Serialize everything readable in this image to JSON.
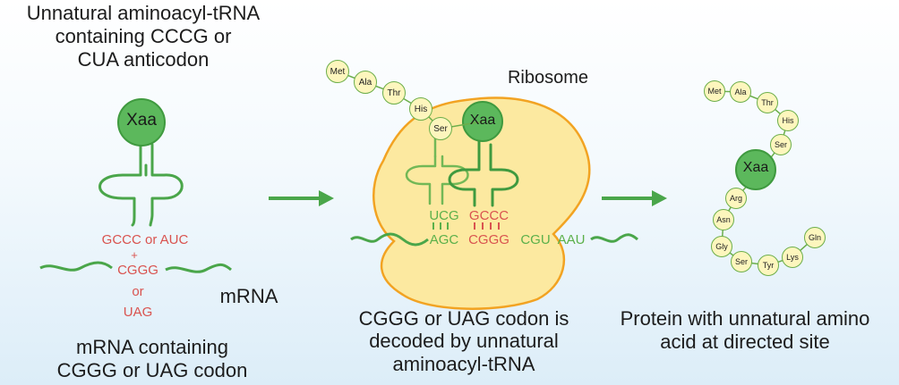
{
  "left_panel": {
    "title_lines": [
      "Unnatural aminoacyl-tRNA",
      "containing CCCG or",
      "CUA anticodon"
    ],
    "xaa": "Xaa",
    "anticodon_options": "GCCC or AUC",
    "plus": "+",
    "codon_lines": [
      "CGGG",
      "or",
      "UAG"
    ],
    "mrna_label": "mRNA",
    "caption_lines": [
      "mRNA containing",
      "CGGG or UAG  codon"
    ]
  },
  "middle_panel": {
    "ribosome_label": "Ribosome",
    "chain": [
      "Met",
      "Ala",
      "Thr",
      "His",
      "Ser"
    ],
    "xaa": "Xaa",
    "anticodon_left": "UCG",
    "anticodon_right": "GCCC",
    "codon_agc": "AGC",
    "codon_cggg": "CGGG",
    "codon_cgu": "CGU",
    "codon_aau": "AAU",
    "caption_lines": [
      "CGGG or UAG codon is",
      "decoded by unnatural",
      "aminoacyl-tRNA"
    ]
  },
  "right_panel": {
    "top_chain": [
      "Met",
      "Ala",
      "Thr",
      "His",
      "Ser"
    ],
    "xaa": "Xaa",
    "bottom_chain": [
      "Arg",
      "Asn",
      "Gly",
      "Ser",
      "Tyr",
      "Lys",
      "Gln"
    ],
    "caption_lines": [
      "Protein with unnatural amino",
      "acid at directed site"
    ]
  },
  "colors": {
    "green_dark": "#3f9a3f",
    "green_fill": "#5cb85c",
    "bead_fill": "#fdf6bd",
    "bead_stroke": "#6cae4a",
    "ribosome_fill": "#fce9a0",
    "ribosome_stroke": "#f2a322",
    "red_text": "#d9534f"
  }
}
